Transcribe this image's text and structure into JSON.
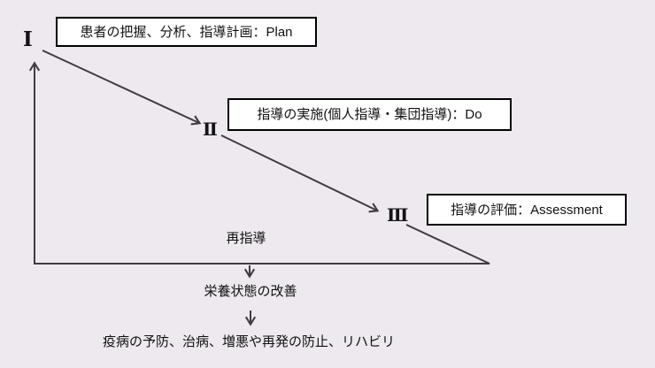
{
  "diagram": {
    "stages": [
      {
        "numeral": "Ⅰ",
        "label": "患者の把握、分析、指導計画：Plan"
      },
      {
        "numeral": "Ⅱ",
        "label": "指導の実施(個人指導・集団指導)：Do"
      },
      {
        "numeral": "Ⅲ",
        "label": "指導の評価：Assessment"
      }
    ],
    "reguidance_label": "再指導",
    "outcomes": [
      "栄養状態の改善",
      "疫病の予防、治病、増悪や再発の防止、リハビリ"
    ],
    "colors": {
      "background": "#EDE9EE",
      "line": "#3F3B40",
      "box_background": "#FFFFFF",
      "box_border": "#000000",
      "text": "#111111"
    }
  }
}
